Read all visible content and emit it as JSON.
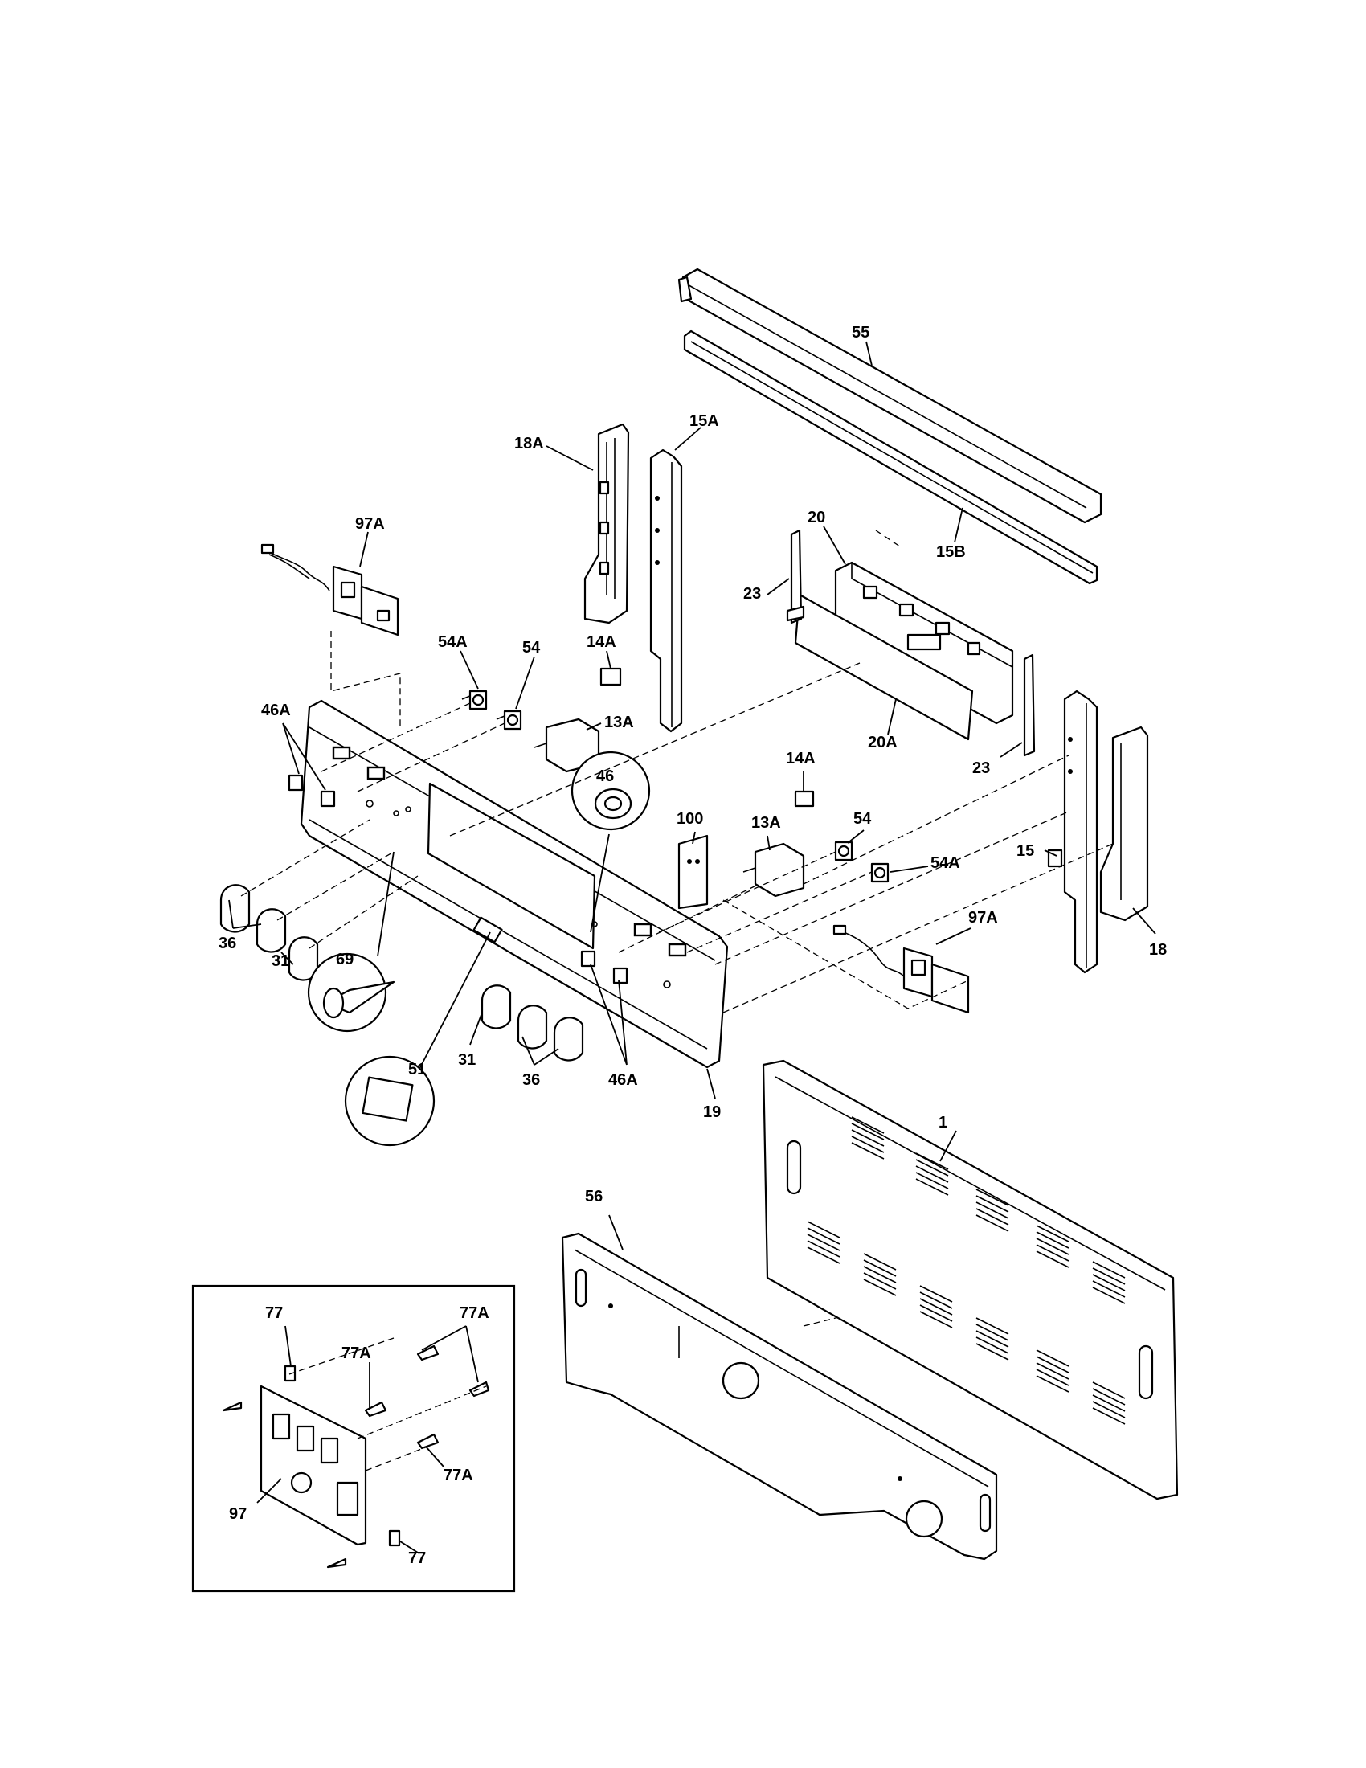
{
  "diagram": {
    "callouts": {
      "p55": "55",
      "p15A": "15A",
      "p18A": "18A",
      "p97A_top": "97A",
      "p20": "20",
      "p15B": "15B",
      "p23_top": "23",
      "p54A_top": "54A",
      "p54_top": "54",
      "p14A_top": "14A",
      "p13A_top": "13A",
      "p46A_top": "46A",
      "p20A": "20A",
      "p23_bot": "23",
      "p46": "46",
      "p14A_mid": "14A",
      "p13A_mid": "13A",
      "p100": "100",
      "p54_mid": "54",
      "p54A_mid": "54A",
      "p15": "15",
      "p97A_mid": "97A",
      "p18": "18",
      "p36_left": "36",
      "p31_left": "31",
      "p69": "69",
      "p51": "51",
      "p31_right": "31",
      "p36_right": "36",
      "p46A_bot": "46A",
      "p19": "19",
      "p1": "1",
      "p56": "56",
      "p77_top": "77",
      "p77A_top": "77A",
      "p77A_mid": "77A",
      "p77A_low": "77A",
      "p97": "97",
      "p77_bot": "77"
    }
  }
}
